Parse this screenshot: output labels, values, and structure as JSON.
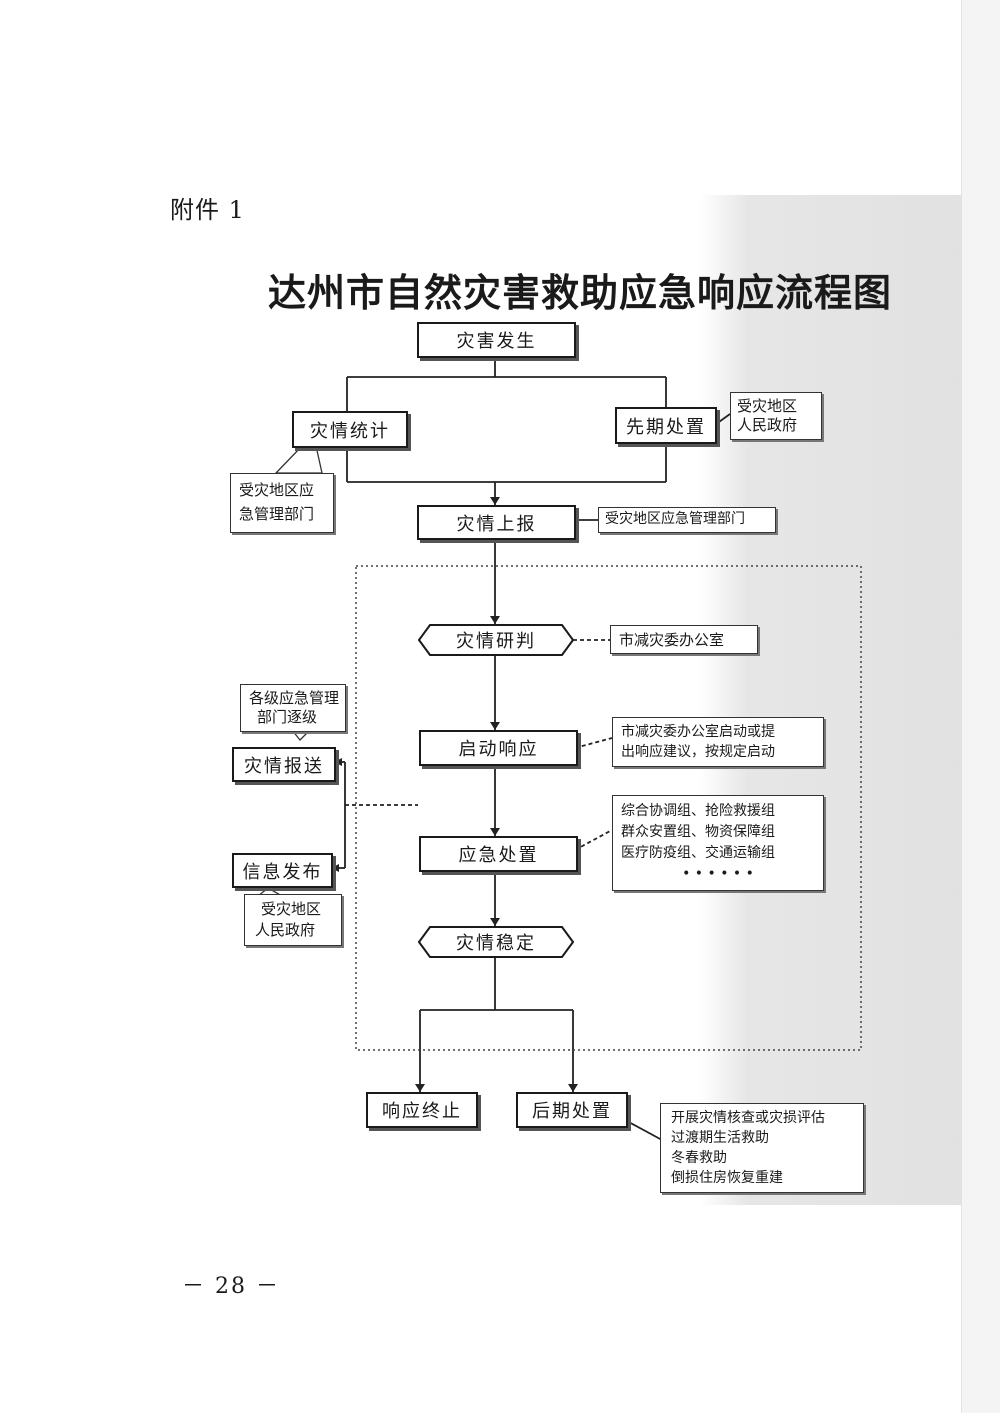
{
  "header": {
    "attachment": "附件 1",
    "title": "达州市自然灾害救助应急响应流程图"
  },
  "nodes": {
    "disaster_occurs": "灾害发生",
    "disaster_statistics": "灾情统计",
    "early_handling": "先期处置",
    "disaster_report": "灾情上报",
    "disaster_assessment": "灾情研判",
    "start_response": "启动响应",
    "emergency_handling": "应急处置",
    "disaster_stable": "灾情稳定",
    "response_end": "响应终止",
    "later_handling": "后期处置",
    "info_delivery": "灾情报送",
    "info_release": "信息发布"
  },
  "notes": {
    "early_handling_note": [
      "受灾地区",
      "人民政府"
    ],
    "statistics_note": [
      "受灾地区应",
      "急管理部门"
    ],
    "report_note": [
      "受灾地区应急管理部门"
    ],
    "assessment_note": [
      "市减灾委办公室"
    ],
    "response_note": [
      "市减灾委办公室启动或提",
      "出响应建议，按规定启动"
    ],
    "handling_note": [
      "综合协调组、抢险救援组",
      "群众安置组、物资保障组",
      "医疗防疫组、交通运输组",
      "• • • • • •"
    ],
    "delivery_note": [
      "各级应急管理",
      "部门逐级"
    ],
    "release_note": [
      "受灾地区",
      "人民政府"
    ],
    "later_note": [
      "开展灾情核查或灾损评估",
      "过渡期生活救助",
      "冬春救助",
      "倒损住房恢复重建"
    ]
  },
  "footer": {
    "page_number": "－ 28 －"
  }
}
